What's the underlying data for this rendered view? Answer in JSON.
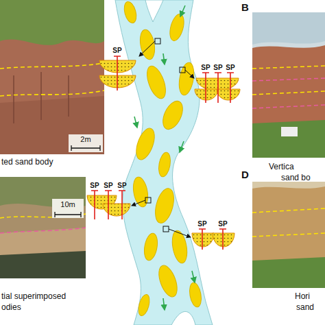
{
  "diagram": {
    "labels": [
      "B",
      "ted sand body",
      "2m",
      "Vertica",
      "sand bo",
      "SP",
      "SP",
      "SP",
      "SP",
      "tial superimposed",
      "odies",
      "10m",
      "SP",
      "SP",
      "SP",
      "D",
      "SP",
      "SP",
      "Hori",
      "sand"
    ]
  }
}
